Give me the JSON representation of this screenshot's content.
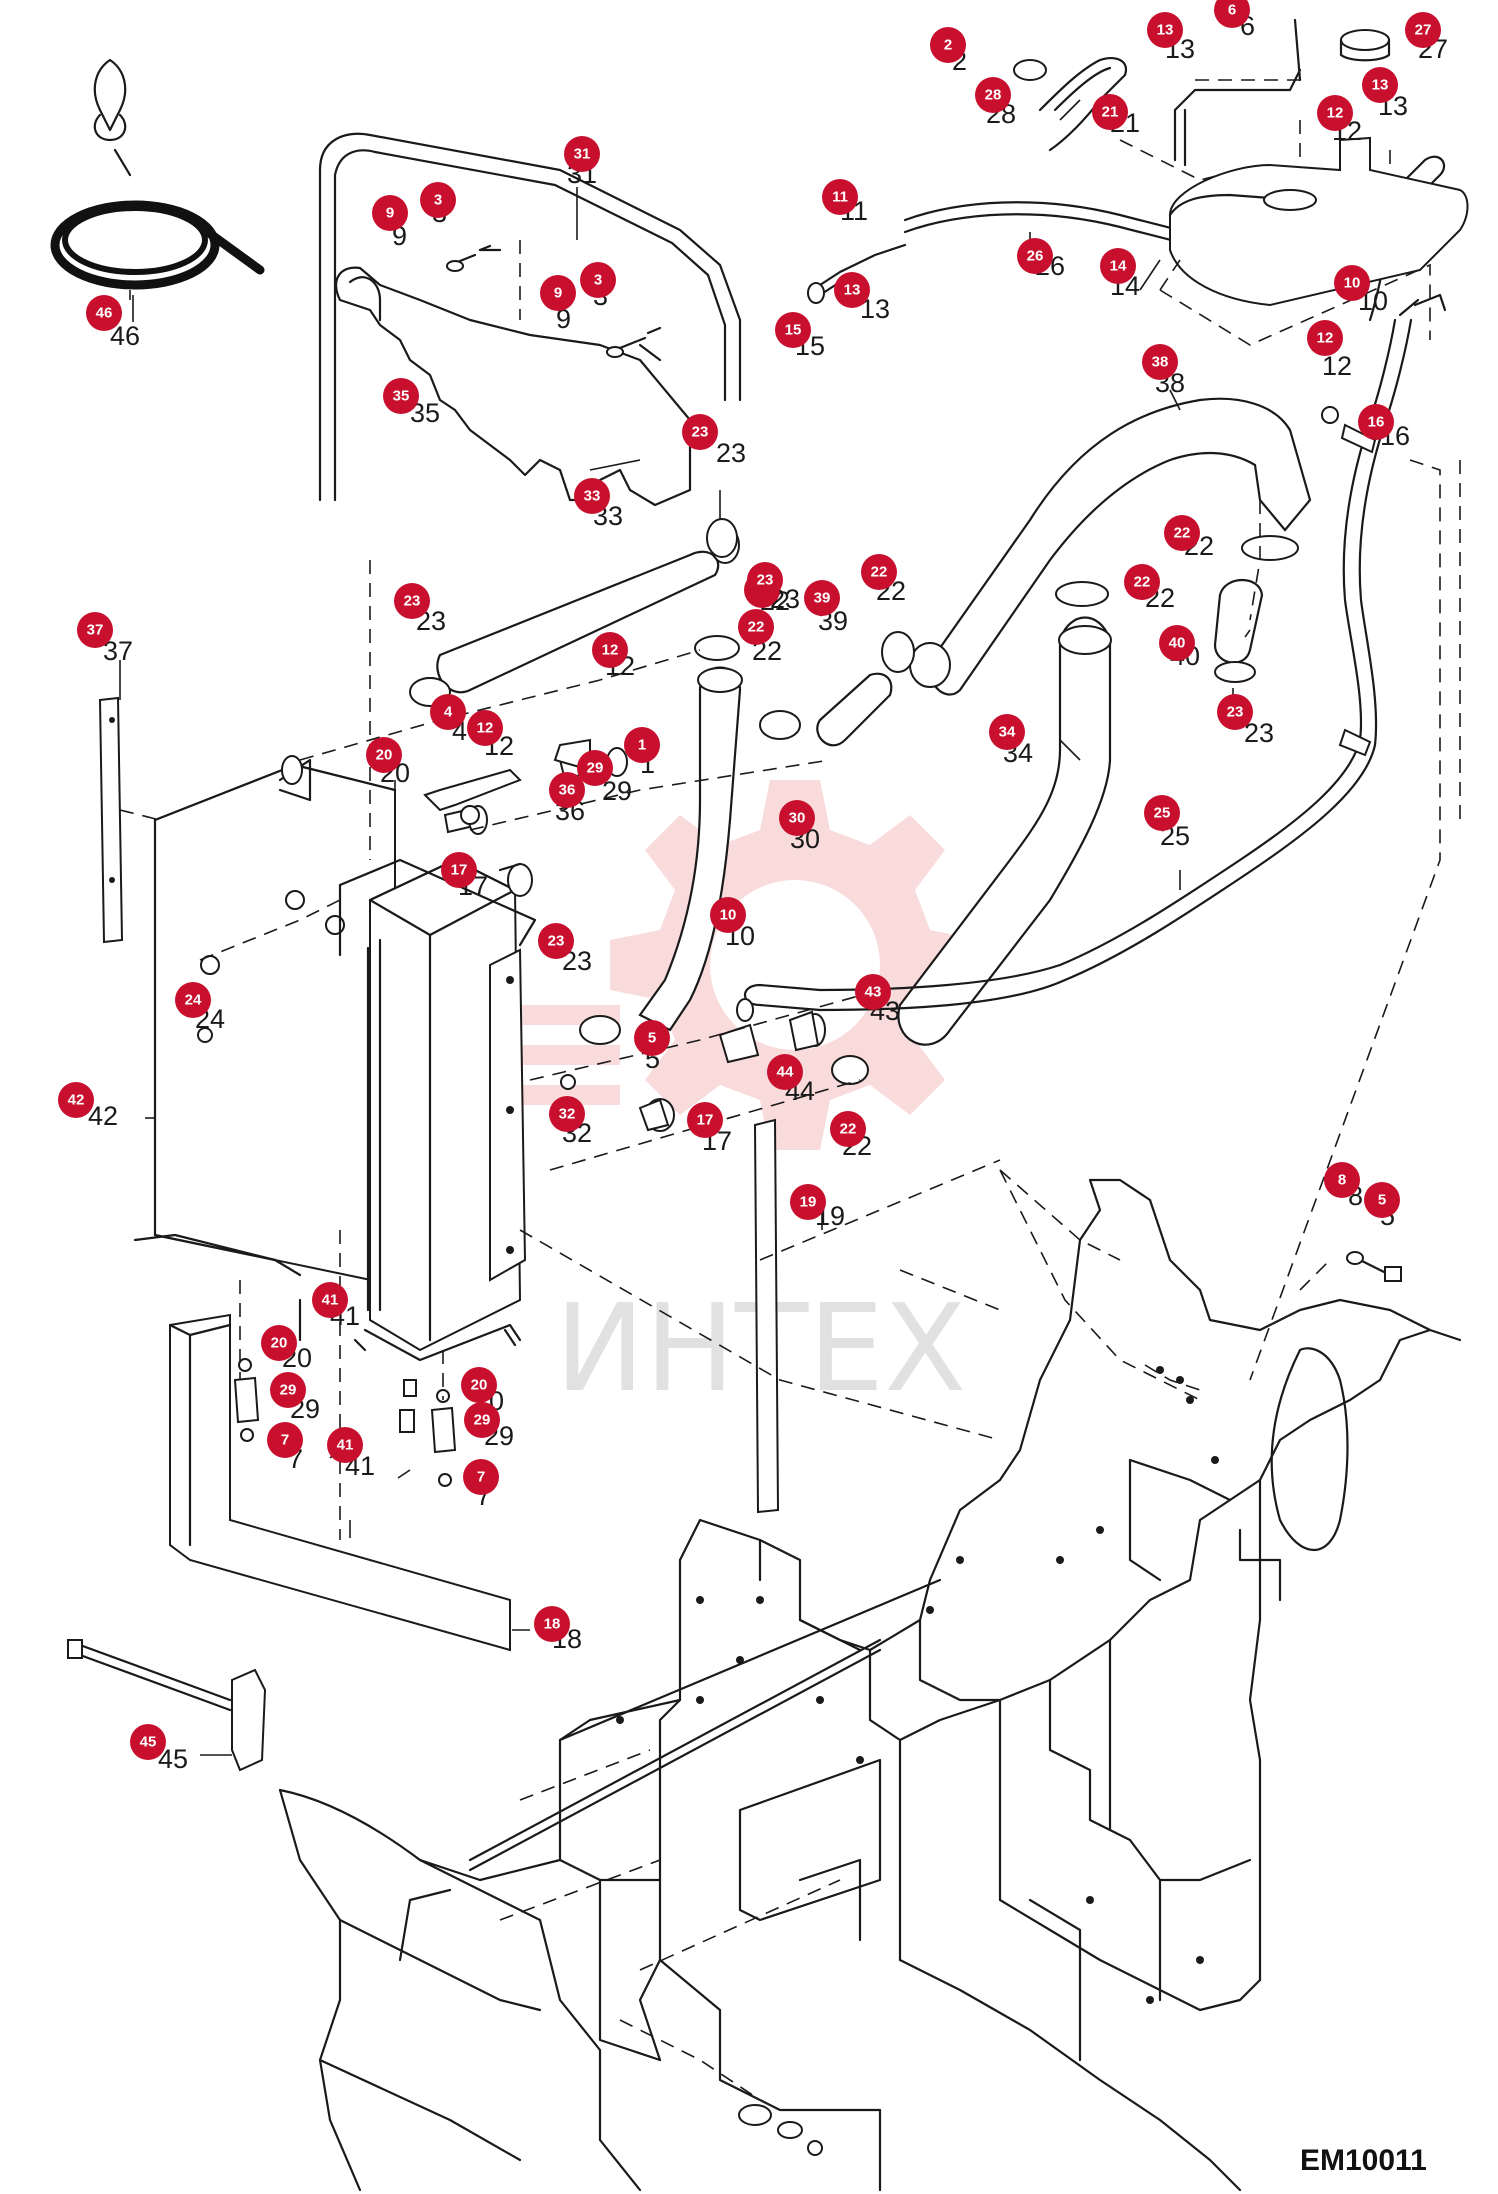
{
  "diagram": {
    "code": "EM10011",
    "watermark": "ИНТЕХ",
    "colors": {
      "badge": "#c8102e",
      "badge_text": "#ffffff",
      "line": "#1a1a1a",
      "watermark_gear": "#f2b0b0",
      "watermark_text": "#c9c9c9"
    }
  },
  "callouts": [
    {
      "n": "1",
      "label": "1"
    },
    {
      "n": "2",
      "label": "2"
    },
    {
      "n": "3",
      "label": "3"
    },
    {
      "n": "3b",
      "label": "3"
    },
    {
      "n": "4",
      "label": "4"
    },
    {
      "n": "5",
      "label": "5"
    },
    {
      "n": "5b",
      "label": "5"
    },
    {
      "n": "6",
      "label": "6"
    },
    {
      "n": "7",
      "label": "7"
    },
    {
      "n": "7b",
      "label": "7"
    },
    {
      "n": "8",
      "label": "8"
    },
    {
      "n": "9",
      "label": "9"
    },
    {
      "n": "9b",
      "label": "9"
    },
    {
      "n": "10",
      "label": "10"
    },
    {
      "n": "10b",
      "label": "10"
    },
    {
      "n": "11",
      "label": "11"
    },
    {
      "n": "12",
      "label": "12"
    },
    {
      "n": "12b",
      "label": "12"
    },
    {
      "n": "12c",
      "label": "12"
    },
    {
      "n": "12d",
      "label": "12"
    },
    {
      "n": "13",
      "label": "13"
    },
    {
      "n": "13b",
      "label": "13"
    },
    {
      "n": "13c",
      "label": "13"
    },
    {
      "n": "14",
      "label": "14"
    },
    {
      "n": "15",
      "label": "15"
    },
    {
      "n": "16",
      "label": "16"
    },
    {
      "n": "17",
      "label": "17"
    },
    {
      "n": "17b",
      "label": "17"
    },
    {
      "n": "18",
      "label": "18"
    },
    {
      "n": "19",
      "label": "19"
    },
    {
      "n": "20",
      "label": "20"
    },
    {
      "n": "20b",
      "label": "20"
    },
    {
      "n": "20c",
      "label": "20"
    },
    {
      "n": "21",
      "label": "21"
    },
    {
      "n": "22",
      "label": "22"
    },
    {
      "n": "22b",
      "label": "22"
    },
    {
      "n": "22c",
      "label": "22"
    },
    {
      "n": "22d",
      "label": "22"
    },
    {
      "n": "22e",
      "label": "22"
    },
    {
      "n": "22f",
      "label": "22"
    },
    {
      "n": "23",
      "label": "23"
    },
    {
      "n": "23b",
      "label": "23"
    },
    {
      "n": "23c",
      "label": "23"
    },
    {
      "n": "23d",
      "label": "23"
    },
    {
      "n": "23e",
      "label": "23"
    },
    {
      "n": "24",
      "label": "24"
    },
    {
      "n": "25",
      "label": "25"
    },
    {
      "n": "26",
      "label": "26"
    },
    {
      "n": "27",
      "label": "27"
    },
    {
      "n": "28",
      "label": "28"
    },
    {
      "n": "29",
      "label": "29"
    },
    {
      "n": "29b",
      "label": "29"
    },
    {
      "n": "29c",
      "label": "29"
    },
    {
      "n": "30",
      "label": "30"
    },
    {
      "n": "31",
      "label": "31"
    },
    {
      "n": "32",
      "label": "32"
    },
    {
      "n": "33",
      "label": "33"
    },
    {
      "n": "34",
      "label": "34"
    },
    {
      "n": "35",
      "label": "35"
    },
    {
      "n": "36",
      "label": "36"
    },
    {
      "n": "37",
      "label": "37"
    },
    {
      "n": "38",
      "label": "38"
    },
    {
      "n": "39",
      "label": "39"
    },
    {
      "n": "40",
      "label": "40"
    },
    {
      "n": "41",
      "label": "41"
    },
    {
      "n": "41b",
      "label": "41"
    },
    {
      "n": "42",
      "label": "42"
    },
    {
      "n": "43",
      "label": "43"
    },
    {
      "n": "44",
      "label": "44"
    },
    {
      "n": "45",
      "label": "45"
    },
    {
      "n": "46",
      "label": "46"
    }
  ]
}
